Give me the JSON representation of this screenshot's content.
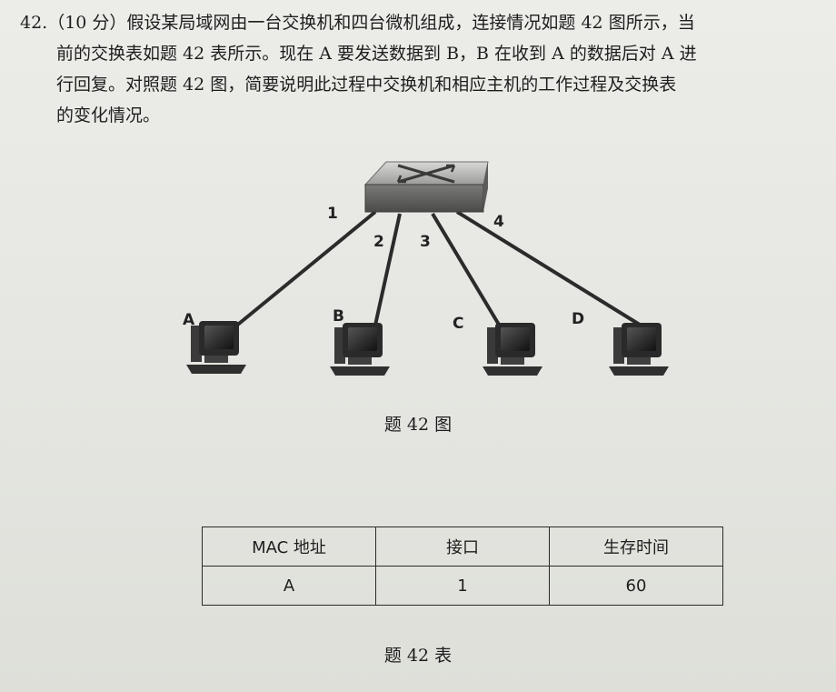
{
  "question": {
    "lines": [
      "42.（10 分）假设某局域网由一台交换机和四台微机组成，连接情况如题 42 图所示，当",
      "前的交换表如题 42 表所示。现在 A 要发送数据到 B，B 在收到 A 的数据后对 A 进",
      "行回复。对照题 42 图，简要说明此过程中交换机和相应主机的工作过程及交换表",
      "的变化情况。"
    ]
  },
  "figure": {
    "ports": [
      "1",
      "2",
      "3",
      "4"
    ],
    "hosts": [
      "A",
      "B",
      "C",
      "D"
    ],
    "caption": "题 42 图"
  },
  "table": {
    "headers": [
      "MAC  地址",
      "接口",
      "生存时间"
    ],
    "rows": [
      [
        "A",
        "1",
        "60"
      ]
    ],
    "caption": "题 42 表"
  }
}
